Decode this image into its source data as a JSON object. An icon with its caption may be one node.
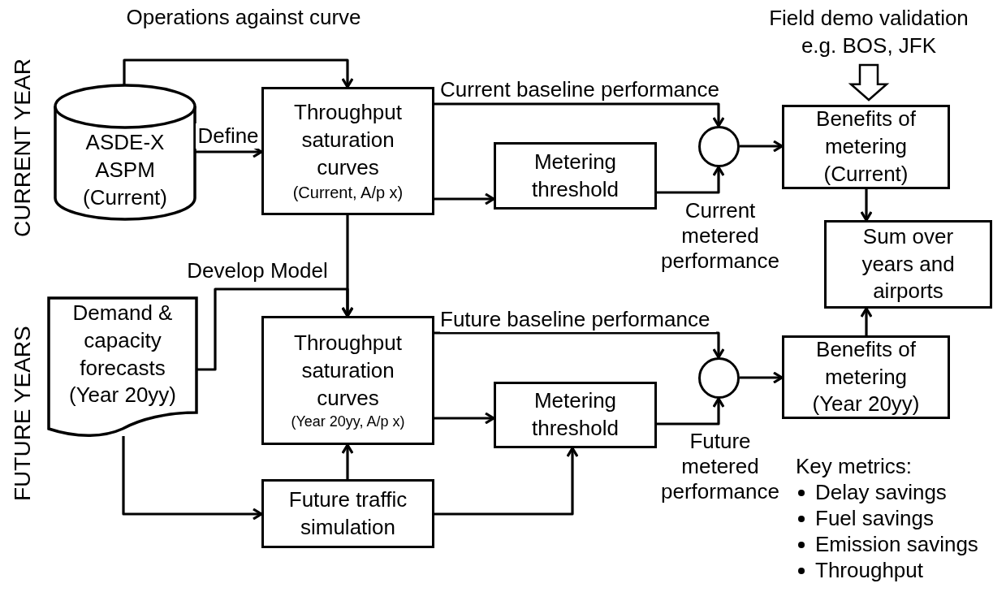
{
  "diagram": {
    "nodes": [
      {
        "text": [
          "ASDE-X ASPM (Current)"
        ]
      },
      {
        "text": [
          "Throughput saturation curves",
          "(Current, A/p x)"
        ]
      },
      {
        "text": [
          "Metering threshold"
        ]
      },
      {
        "text": [],
        "shape": "circle"
      },
      {
        "text": [
          "Benefits of metering (Current)"
        ]
      },
      {
        "text": [
          "Sum over years and airports"
        ]
      },
      {
        "text": [
          "Field demo validation e.g. BOS, JFK"
        ]
      },
      {
        "text": [
          "Demand & capacity forecasts (Year 20yy)"
        ]
      },
      {
        "text": [
          "Throughput saturation curves",
          "(Year 20yy, A/p x)"
        ]
      },
      {
        "text": [
          "Metering threshold"
        ]
      },
      {
        "text": [],
        "shape": "circle"
      },
      {
        "text": [
          "Benefits of metering (Year 20yy)"
        ]
      },
      {
        "text": [
          "Future traffic simulation"
        ]
      }
    ],
    "edges": [
      {
        "from": 0,
        "to": 1,
        "arrow": "to",
        "label": "Operations against curve"
      },
      {
        "from": 0,
        "to": 1,
        "arrow": "to",
        "label": "Define"
      },
      {
        "from": 1,
        "to": 3,
        "arrow": "to",
        "label": "Current baseline performance"
      },
      {
        "from": 1,
        "to": 2,
        "arrow": "to"
      },
      {
        "from": 3,
        "to": 4,
        "arrow": "to"
      },
      {
        "from": 2,
        "to": 3,
        "arrow": "to",
        "label": "Current metered performance"
      },
      {
        "from": 1,
        "to": 8,
        "arrow": "to"
      },
      {
        "from": 7,
        "to": 8,
        "arrow": "to",
        "label": "Develop Model"
      },
      {
        "from": 8,
        "to": 10,
        "arrow": "to",
        "label": "Future baseline performance"
      },
      {
        "from": 8,
        "to": 9,
        "arrow": "to"
      },
      {
        "from": 9,
        "to": 10,
        "arrow": "to",
        "label": "Future metered performance"
      },
      {
        "from": 10,
        "to": 11,
        "arrow": "to"
      },
      {
        "from": 4,
        "to": 5,
        "arrow": "to"
      },
      {
        "from": 11,
        "to": 5,
        "arrow": "to"
      },
      {
        "from": 7,
        "to": 12,
        "arrow": "to"
      },
      {
        "from": 12,
        "to": 8,
        "arrow": "to"
      },
      {
        "from": 12,
        "to": 9,
        "arrow": "to"
      },
      {
        "from": 6,
        "to": 4,
        "arrow": "to",
        "style": "thick"
      }
    ],
    "labels": [
      "CURRENT YEAR",
      "FUTURE YEARS",
      "Key metrics:",
      "Delay savings",
      "Fuel savings",
      "Emission savings",
      "Throughput"
    ]
  }
}
